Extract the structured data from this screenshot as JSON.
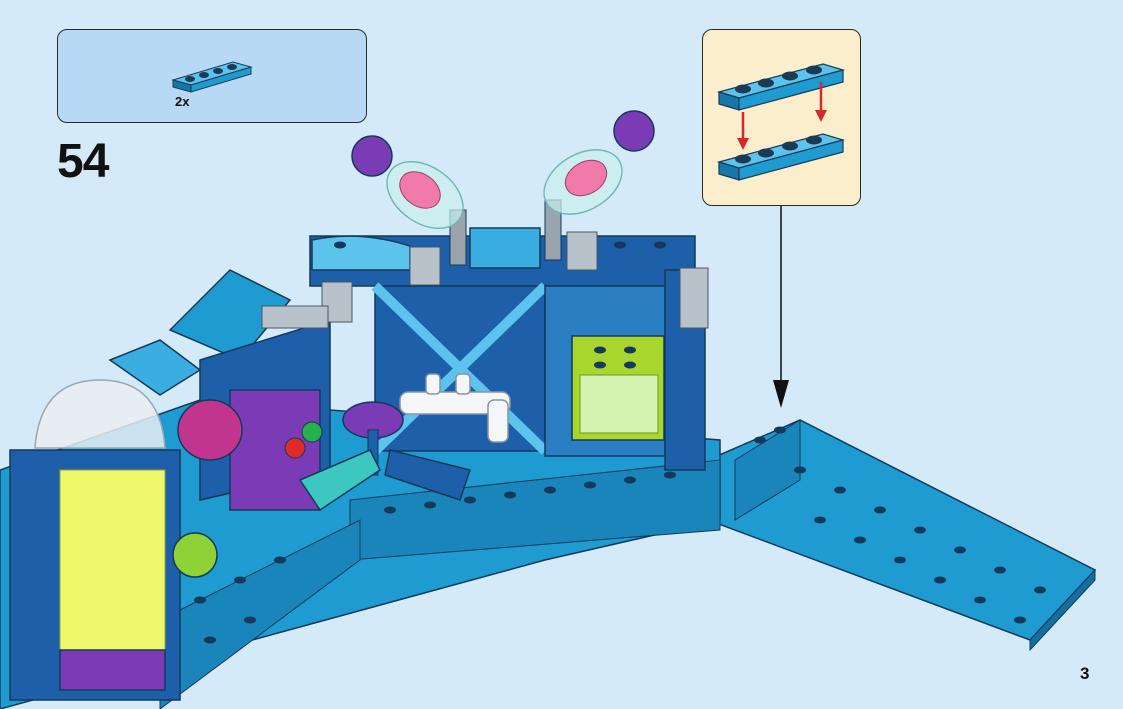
{
  "step": {
    "number": "54",
    "parts_quantity": "2x",
    "page_number": "3"
  },
  "colors": {
    "background": "#d5eaf8",
    "parts_box": "#b8d9f5",
    "callout_box": "#fbeecd",
    "brick_azure": "#1e9bd0",
    "brick_dark_blue": "#1d5fa8",
    "arrow_red": "#d8282a"
  },
  "icons": {
    "part": "plate-1x4-azure-icon",
    "callout": "plate-attach-callout-icon",
    "arrow": "placement-arrow-icon",
    "model": "lab-model-illustration"
  }
}
